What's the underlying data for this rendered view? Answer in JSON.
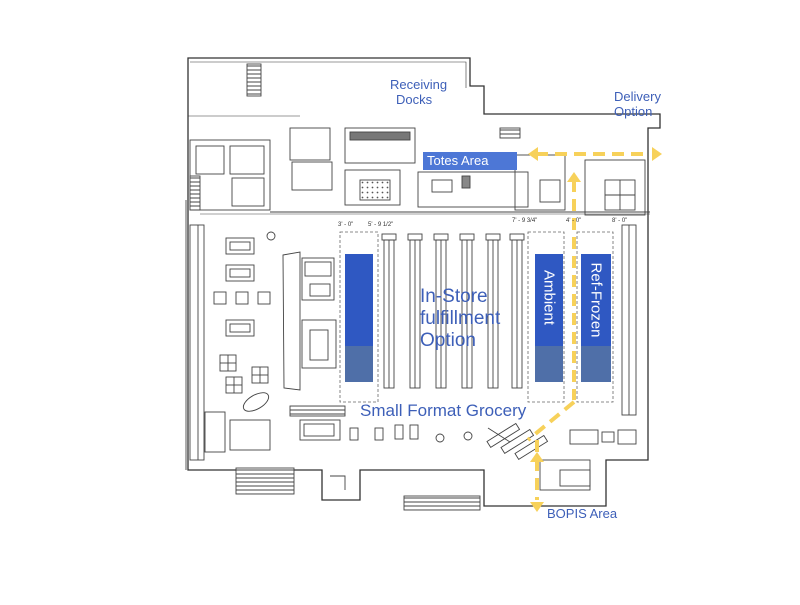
{
  "labels": {
    "receiving": [
      "Receiving",
      "Docks"
    ],
    "delivery": [
      "Delivery",
      "Option"
    ],
    "totes": "Totes Area",
    "in_store": [
      "In-Store",
      "fulfillment",
      "Option"
    ],
    "ambient": "Ambient",
    "ref_frozen": "Ref-Frozen",
    "small_format": "Small Format Grocery",
    "bopis": "BOPIS Area",
    "dim_1": "3' - 0\"",
    "dim_2": "5' - 9 1/2\"",
    "dim_3": "7' - 9 3/4\"",
    "dim_4": "4' - 0\"",
    "dim_5": "8' - 0\""
  },
  "colors": {
    "zone_dark": "#2f58c2",
    "zone_mid": "#4f6fa8",
    "label_blue": "#3d5fb8",
    "totes_fill": "#4d77d6",
    "arrow_yellow": "#f7d15a",
    "line": "#333333"
  },
  "icons": [
    "arrow-up-icon",
    "arrow-down-icon",
    "arrow-left-icon",
    "arrow-right-icon"
  ]
}
